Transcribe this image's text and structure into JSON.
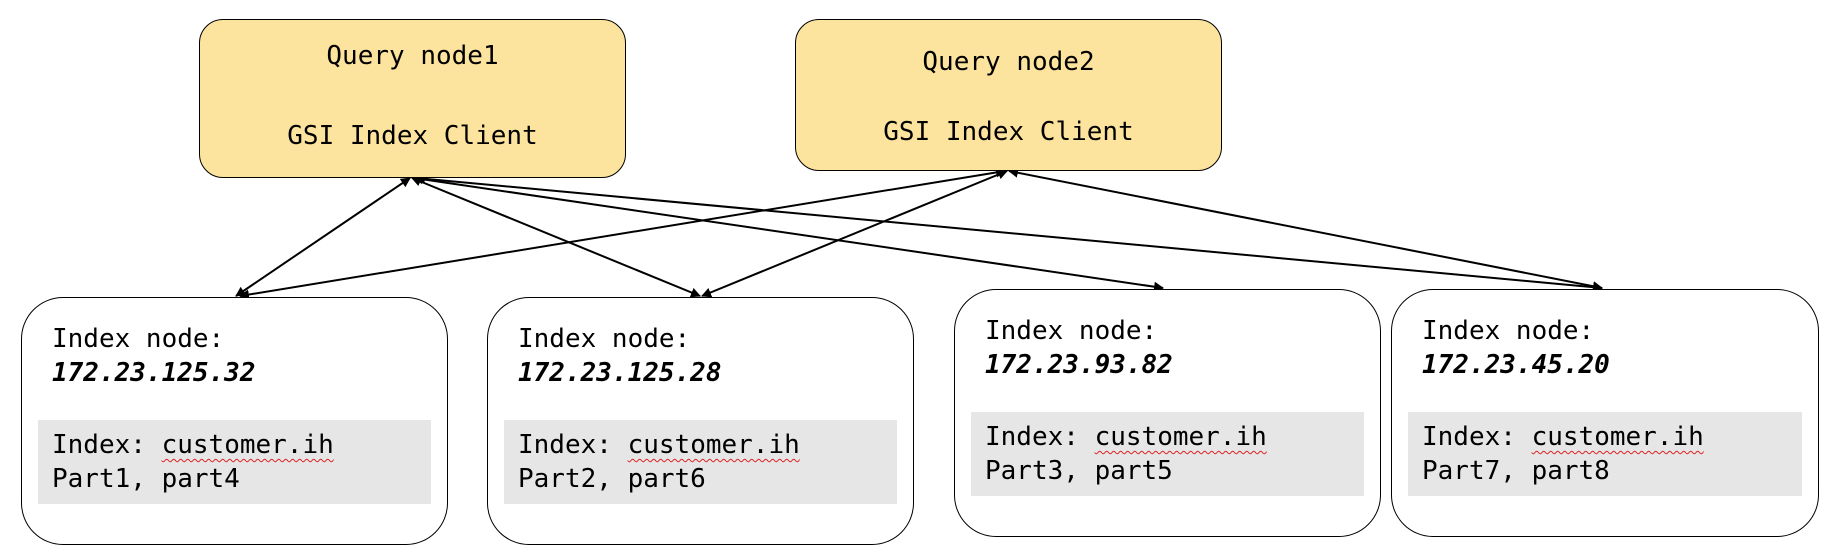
{
  "query_nodes": [
    {
      "title": "Query node1",
      "client": "GSI Index Client"
    },
    {
      "title": "Query node2",
      "client": "GSI Index Client"
    }
  ],
  "index_nodes": [
    {
      "label": "Index node:",
      "ip": "172.23.125.32",
      "index_prefix": "Index: ",
      "index_name": "customer.ih",
      "parts": "Part1, part4"
    },
    {
      "label": "Index node:",
      "ip": "172.23.125.28",
      "index_prefix": "Index: ",
      "index_name": "customer.ih",
      "parts": "Part2, part6"
    },
    {
      "label": "Index node:",
      "ip": "172.23.93.82",
      "index_prefix": "Index: ",
      "index_name": "customer.ih",
      "parts": "Part3, part5"
    },
    {
      "label": "Index node:",
      "ip": "172.23.45.20",
      "index_prefix": "Index: ",
      "index_name": "customer.ih",
      "parts": "Part7, part8"
    }
  ],
  "connections": [
    {
      "from": "Query node1",
      "to": "172.23.125.32"
    },
    {
      "from": "Query node1",
      "to": "172.23.125.28"
    },
    {
      "from": "Query node1",
      "to": "172.23.93.82"
    },
    {
      "from": "Query node1",
      "to": "172.23.45.20"
    },
    {
      "from": "Query node2",
      "to": "172.23.125.32"
    },
    {
      "from": "Query node2",
      "to": "172.23.125.28"
    },
    {
      "from": "Query node2",
      "to": "172.23.45.20"
    }
  ],
  "colors": {
    "query_node_fill": "#fde49e",
    "index_box_fill": "#e6e6e6",
    "spellcheck_underline": "#dd2222"
  }
}
